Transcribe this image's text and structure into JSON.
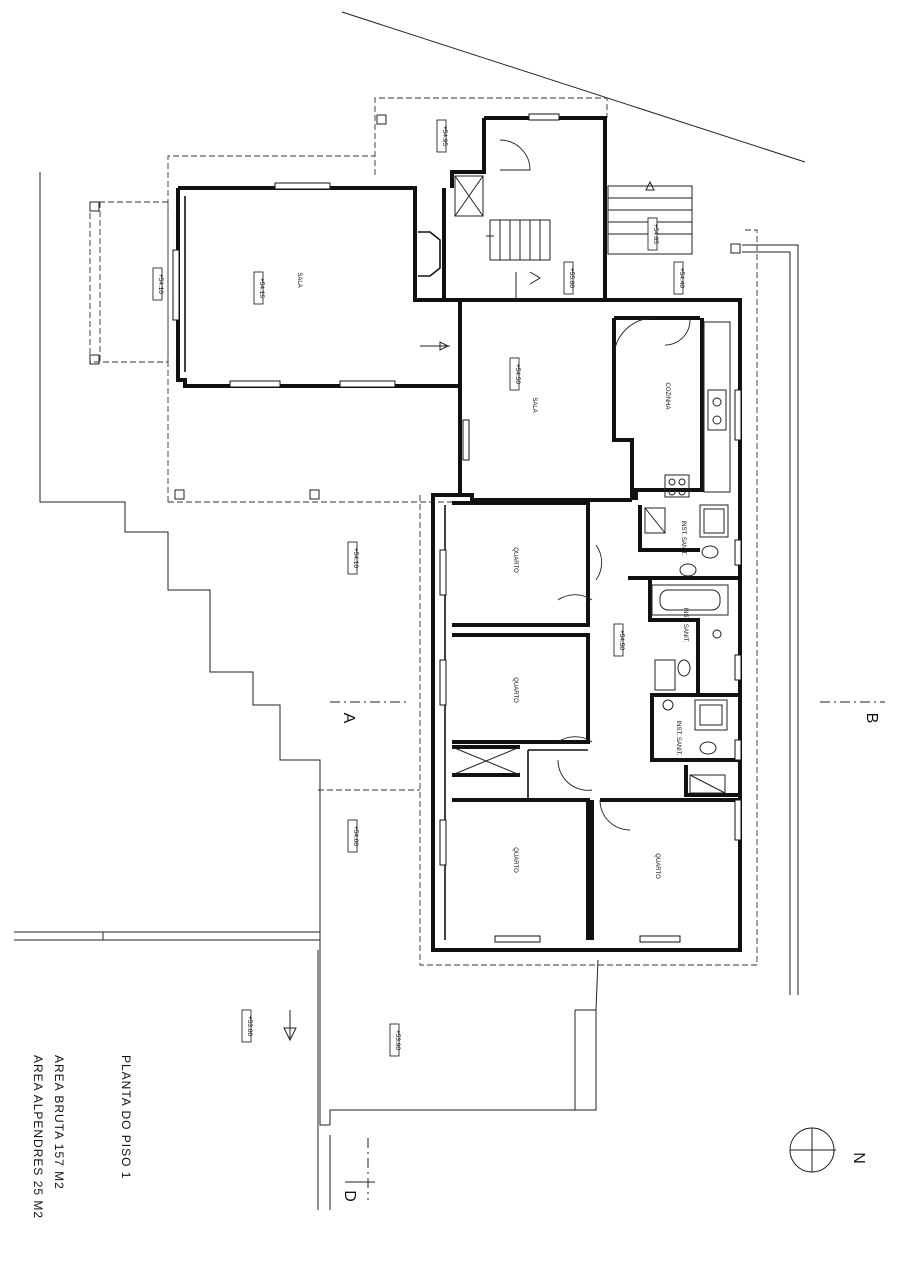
{
  "rooms": {
    "sala_1": "SALA",
    "sala_2": "SALA",
    "cozinha": "COZINHA",
    "quarto_1": "QUARTO",
    "quarto_2": "QUARTO",
    "quarto_3": "QUARTO",
    "quarto_4": "QUARTO",
    "inst_sanit_1": "INST. SANIT.",
    "inst_sanit_2": "INST. SANIT.",
    "inst_sanit_3": "INST. SANIT."
  },
  "levels": {
    "l1": "+54.95",
    "l2": "+55.00",
    "l3": "+54.15",
    "l4": "+54.10",
    "l5": "+54.65",
    "l6": "+54.40",
    "l7": "+54.50",
    "l8": "+54.10",
    "l9": "+54.50",
    "l10": "+54.00",
    "l11": "+53.00",
    "l12": "+53.90"
  },
  "cut_marks": {
    "a": "A",
    "b": "B",
    "d": "D"
  },
  "north": "N",
  "notes": {
    "title": "PLANTA DO PISO 1",
    "area_bruta": "AREA BRUTA 157 M2",
    "area_alpendres": "AREA ALPENDRES 25 M2"
  }
}
